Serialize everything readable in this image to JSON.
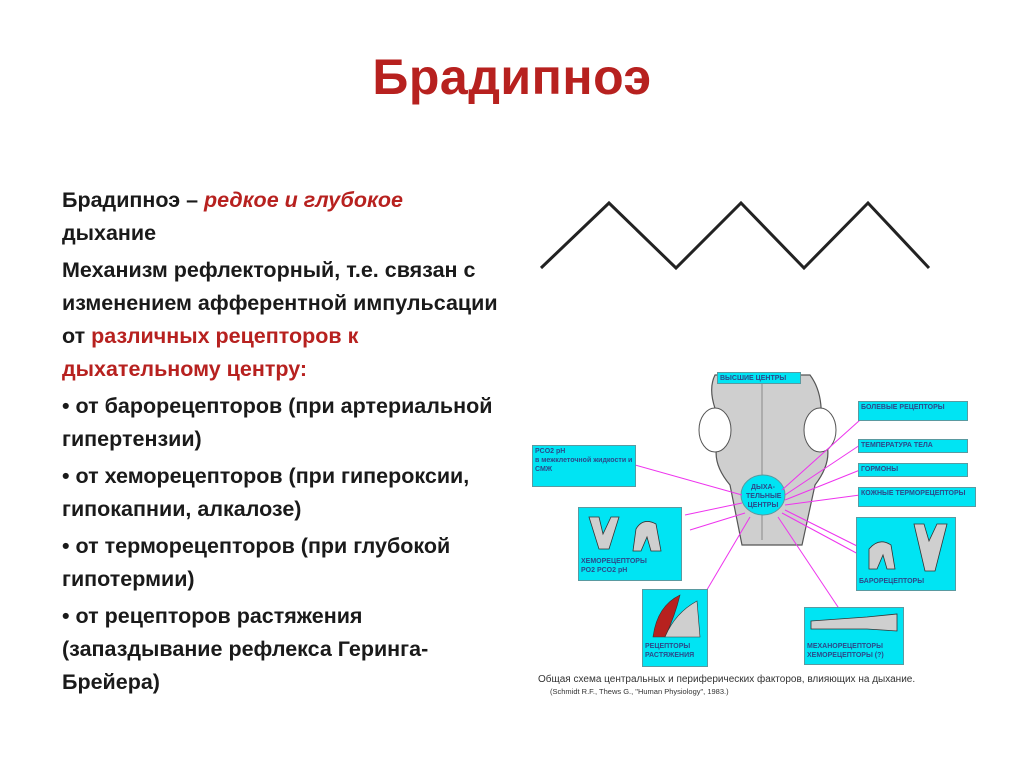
{
  "title": "Брадипноэ",
  "definition": {
    "term": "Брадипноэ – ",
    "highlight": "редкое и глубокое",
    "rest": "дыхание"
  },
  "mechanism": {
    "text": "Механизм рефлекторный, т.е. связан с изменением афферентной импульсации от ",
    "highlight": "различных рецепторов к дыхательному центру:"
  },
  "bullets": [
    "• от барорецепторов (при артериальной гипертензии)",
    "• от хеморецепторов (при гипероксии, гипокапнии, алкалозе)",
    "• от терморецепторов (при глубокой гипотермии)",
    "• от рецепторов растяжения (запаздывание рефлекса Геринга-Брейера)"
  ],
  "diagram": {
    "top_label": "ВЫСШИЕ ЦЕНТРЫ",
    "center_label": "ДЫХА-ТЕЛЬНЫЕ ЦЕНТРЫ",
    "right_labels": [
      "БОЛЕВЫЕ РЕЦЕПТОРЫ",
      "ТЕМПЕРАТУРА ТЕЛА",
      "ГОРМОНЫ",
      "КОЖНЫЕ ТЕРМОРЕЦЕПТОРЫ"
    ],
    "left_box": "PCO2   pH\nв межклеточной жидкости и СМЖ",
    "chemo_box": "ХЕМОРЕЦЕПТОРЫ\nPO2  PCO2  pH",
    "baro_box": "БАРОРЕЦЕПТОРЫ",
    "stretch_box": "РЕЦЕПТОРЫ РАСТЯЖЕНИЯ",
    "mechano_box": "МЕХАНОРЕЦЕПТОРЫ ХЕМОРЕЦЕПТОРЫ (?)",
    "caption": "Общая схема центральных и периферических факторов, влияющих на дыхание.",
    "source": "(Schmidt R.F., Thews G., \"Human Physiology\", 1983.)"
  },
  "colors": {
    "accent_red": "#b7211f",
    "box_cyan": "#00e4f3",
    "arrow_magenta": "#ee33ee"
  }
}
